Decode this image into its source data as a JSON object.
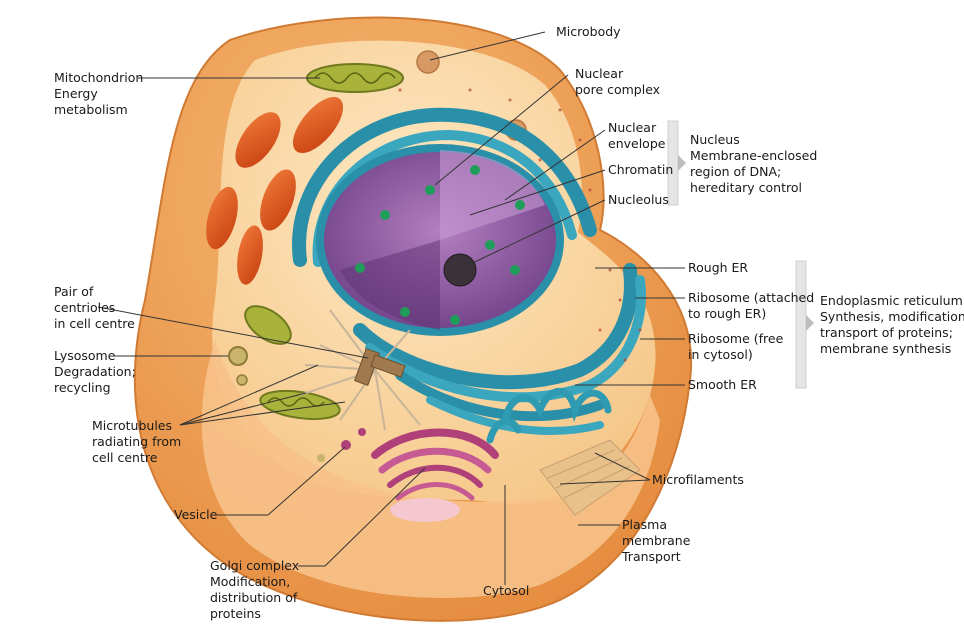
{
  "labels": {
    "mitochondrion": [
      "Mitochondrion",
      "Energy",
      "metabolism"
    ],
    "microbody": [
      "Microbody"
    ],
    "nuclear_pore": [
      "Nuclear",
      "pore complex"
    ],
    "nuclear_envelope": [
      "Nuclear",
      "envelope"
    ],
    "chromatin": [
      "Chromatin"
    ],
    "nucleolus": [
      "Nucleolus"
    ],
    "nucleus_group": [
      "Nucleus",
      "Membrane-enclosed",
      "region of DNA;",
      "hereditary control"
    ],
    "rough_er": [
      "Rough ER"
    ],
    "ribosome_attached": [
      "Ribosome (attached",
      "to rough ER)"
    ],
    "ribosome_free": [
      "Ribosome (free",
      "in cytosol)"
    ],
    "smooth_er": [
      "Smooth ER"
    ],
    "er_group": [
      "Endoplasmic reticulum",
      "Synthesis, modification,",
      "transport of proteins;",
      "membrane synthesis"
    ],
    "centrioles": [
      "Pair of",
      "centrioles",
      "in cell centre"
    ],
    "lysosome": [
      "Lysosome",
      "Degradation;",
      "recycling"
    ],
    "microtubules": [
      "Microtubules",
      "radiating from",
      "cell centre"
    ],
    "vesicle": [
      "Vesicle"
    ],
    "golgi": [
      "Golgi complex",
      "Modification,",
      "distribution of",
      "proteins"
    ],
    "cytosol": [
      "Cytosol"
    ],
    "microfilaments": [
      "Microfilaments"
    ],
    "plasma_membrane": [
      "Plasma",
      "membrane",
      "Transport"
    ]
  },
  "colors": {
    "membrane_outer": "#f0a55a",
    "cytoplasm": "#fbd9a3",
    "nucleus_purple": "#8a5a9e",
    "er_teal": "#2a8fa8",
    "mitochondria_red": "#e0501f",
    "golgi_magenta": "#b0407a",
    "leader_line": "#333333"
  }
}
